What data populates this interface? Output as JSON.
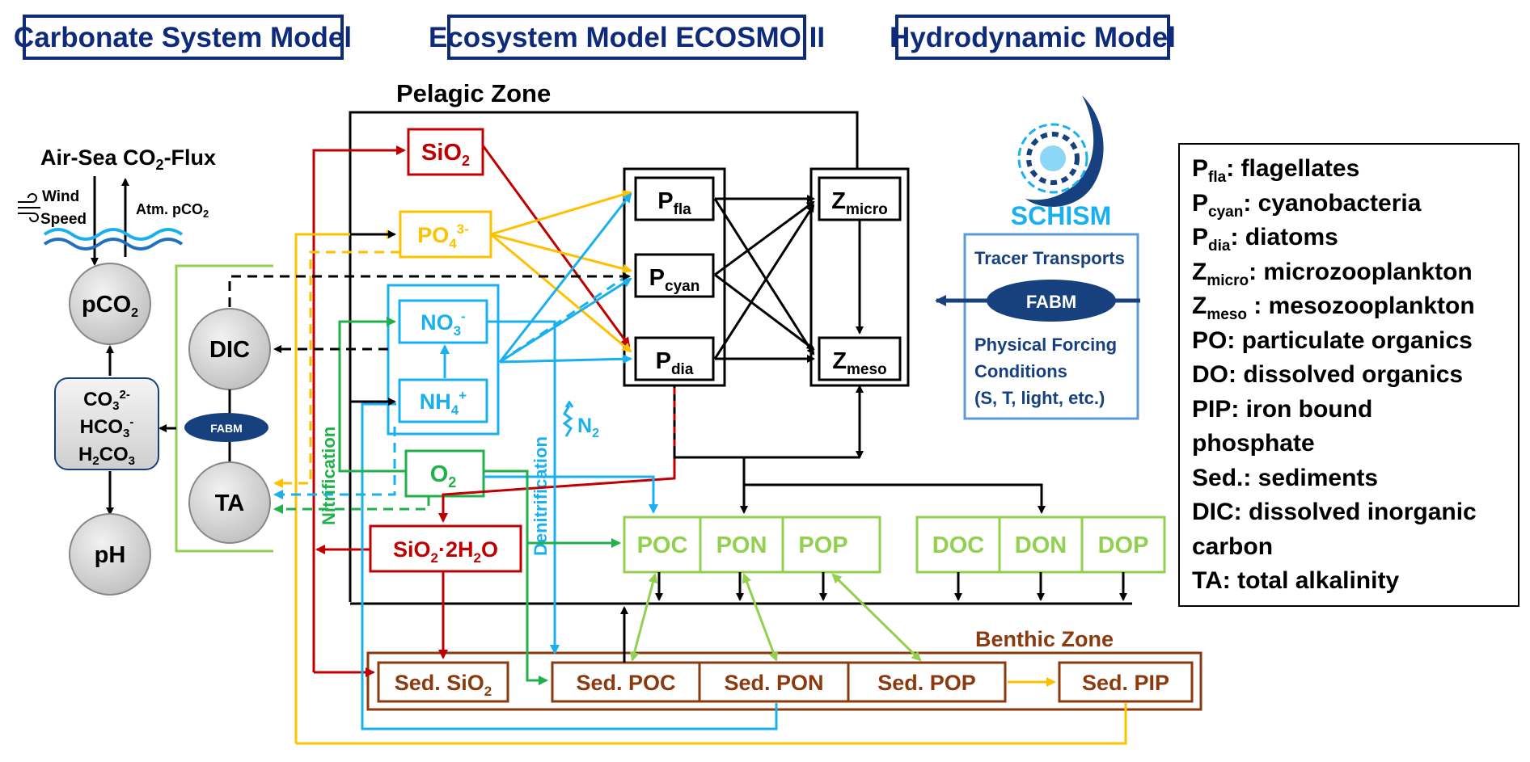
{
  "headers": {
    "carbonate": "Carbonate System Model",
    "ecosystem": "Ecosystem Model ECOSMO II",
    "hydro": "Hydrodynamic Model"
  },
  "zones": {
    "pelagic": "Pelagic Zone",
    "benthic": "Benthic Zone"
  },
  "airsea": {
    "title_main": "Air-Sea CO",
    "title_sub": "2",
    "title_tail": "-Flux",
    "wind": "Wind",
    "speed": "Speed",
    "atm": "Atm. pCO",
    "atm_sub": "2"
  },
  "carbonate_nodes": {
    "pco2": "pCO",
    "pco2_sub": "2",
    "co3": "CO",
    "co3_sub": "3",
    "co3_sup": "2-",
    "hco3": "HCO",
    "hco3_sub": "3",
    "hco3_sup": "-",
    "h2co3_a": "H",
    "h2co3_sub1": "2",
    "h2co3_b": "CO",
    "h2co3_sub2": "3",
    "ph": "pH",
    "dic": "DIC",
    "ta": "TA",
    "fabm": "FABM"
  },
  "nutrients": {
    "sio2": "SiO",
    "sio2_sub": "2",
    "po4": "PO",
    "po4_sub": "4",
    "po4_sup": "3-",
    "no3": "NO",
    "no3_sub": "3",
    "no3_sup": "-",
    "nh4": "NH",
    "nh4_sub": "4",
    "nh4_sup": "+",
    "o2": "O",
    "o2_sub": "2",
    "sio2_2h2o_a": "SiO",
    "sio2_2h2o_sub": "2",
    "sio2_2h2o_b": "·2H",
    "sio2_2h2o_sub2": "2",
    "sio2_2h2o_c": "O",
    "n2": "N",
    "n2_sub": "2",
    "nitrification": "Nitrification",
    "denitrification": "Denitrification"
  },
  "plankton": {
    "p": "P",
    "fla": "fla",
    "cyan": "cyan",
    "dia": "dia",
    "z": "Z",
    "micro": "micro",
    "meso": "meso"
  },
  "organics": [
    "POC",
    "PON",
    "POP",
    "DOC",
    "DON",
    "DOP"
  ],
  "sediments": {
    "sio2": "Sed. SiO",
    "sio2_sub": "2",
    "poc": "Sed. POC",
    "pon": "Sed. PON",
    "pop": "Sed. POP",
    "pip": "Sed. PIP"
  },
  "hydro_panel": {
    "schism": "SCHISM",
    "tracer": "Tracer Transports",
    "fabm": "FABM",
    "physical1": "Physical Forcing",
    "physical2": "Conditions",
    "physical3": "(S, T, light, etc.)"
  },
  "legend": [
    {
      "a": "P",
      "sub": "fla",
      "b": ": flagellates"
    },
    {
      "a": "P",
      "sub": "cyan",
      "b": ": cyanobacteria"
    },
    {
      "a": "P",
      "sub": "dia",
      "b": ": diatoms"
    },
    {
      "a": "Z",
      "sub": "micro",
      "b": ": microzooplankton"
    },
    {
      "a": "Z",
      "sub": "meso",
      "b": " : mesozooplankton"
    },
    {
      "a": "PO: particulate organics",
      "sub": "",
      "b": ""
    },
    {
      "a": "DO: dissolved organics",
      "sub": "",
      "b": ""
    },
    {
      "a": "PIP: iron bound",
      "sub": "",
      "b": ""
    },
    {
      "a": "phosphate",
      "sub": "",
      "b": ""
    },
    {
      "a": "Sed.: sediments",
      "sub": "",
      "b": ""
    },
    {
      "a": "DIC: dissolved inorganic",
      "sub": "",
      "b": ""
    },
    {
      "a": "carbon",
      "sub": "",
      "b": ""
    },
    {
      "a": "TA: total alkalinity",
      "sub": "",
      "b": ""
    }
  ],
  "colors": {
    "navy": "#0d2b7a",
    "red": "#c00000",
    "yellow": "#ffc000",
    "blue": "#1ab0ef",
    "green": "#22b04b",
    "lightgreen": "#92d050",
    "brown": "#8b3a0f"
  }
}
